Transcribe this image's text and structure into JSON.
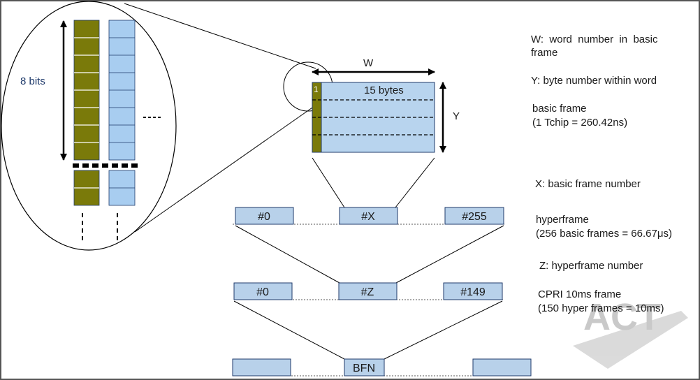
{
  "colors": {
    "olive": "#7a7a0a",
    "light_blue": "#b8d4ee",
    "cell_blue": "#a8cdf0",
    "box_blue": "#b8d1ea",
    "stroke": "#1f3a6b",
    "watermark": "#c8c8c8"
  },
  "zoom": {
    "bits_label": "8 bits",
    "ellipsis_h": "----"
  },
  "word_block": {
    "w_label": "W",
    "bytes_label": "15 bytes",
    "y_label": "Y",
    "first_cell": "1"
  },
  "legend": {
    "w_desc_line1": "W:  word  number  in  basic",
    "w_desc_line2": "frame",
    "y_desc": "Y: byte number within word",
    "basic_frame_line1": "basic frame",
    "basic_frame_line2": "(1 Tchip = 260.42ns)",
    "x_desc": "X: basic frame number",
    "hyperframe_line1": "hyperframe",
    "hyperframe_line2": "(256 basic frames = 66.67μs)",
    "z_desc": "Z: hyperframe number",
    "cpri_line1": "CPRI 10ms frame",
    "cpri_line2": "(150 hyper frames = 10ms)"
  },
  "row_hyperframe": {
    "boxes": [
      "#0",
      "#X",
      "#255"
    ]
  },
  "row_cpri": {
    "boxes": [
      "#0",
      "#Z",
      "#149"
    ]
  },
  "row_bfn": {
    "boxes": [
      "",
      "BFN",
      ""
    ]
  },
  "watermark": {
    "text": "ACT"
  }
}
